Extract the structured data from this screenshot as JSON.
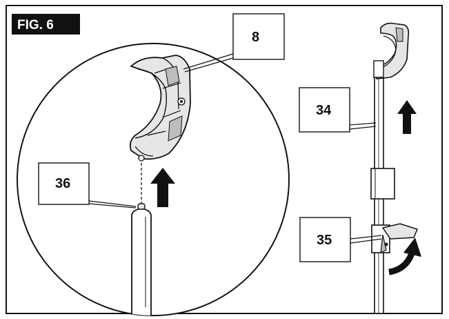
{
  "figure": {
    "title": "FIG. 6",
    "callouts": {
      "part_8": "8",
      "part_34": "34",
      "part_35": "35",
      "part_36": "36"
    }
  },
  "colors": {
    "ink": "#111111",
    "part_fill": "#e6e6e6",
    "part_shade": "#bdbdbd",
    "badge_bg": "#111111",
    "background": "#ffffff"
  }
}
